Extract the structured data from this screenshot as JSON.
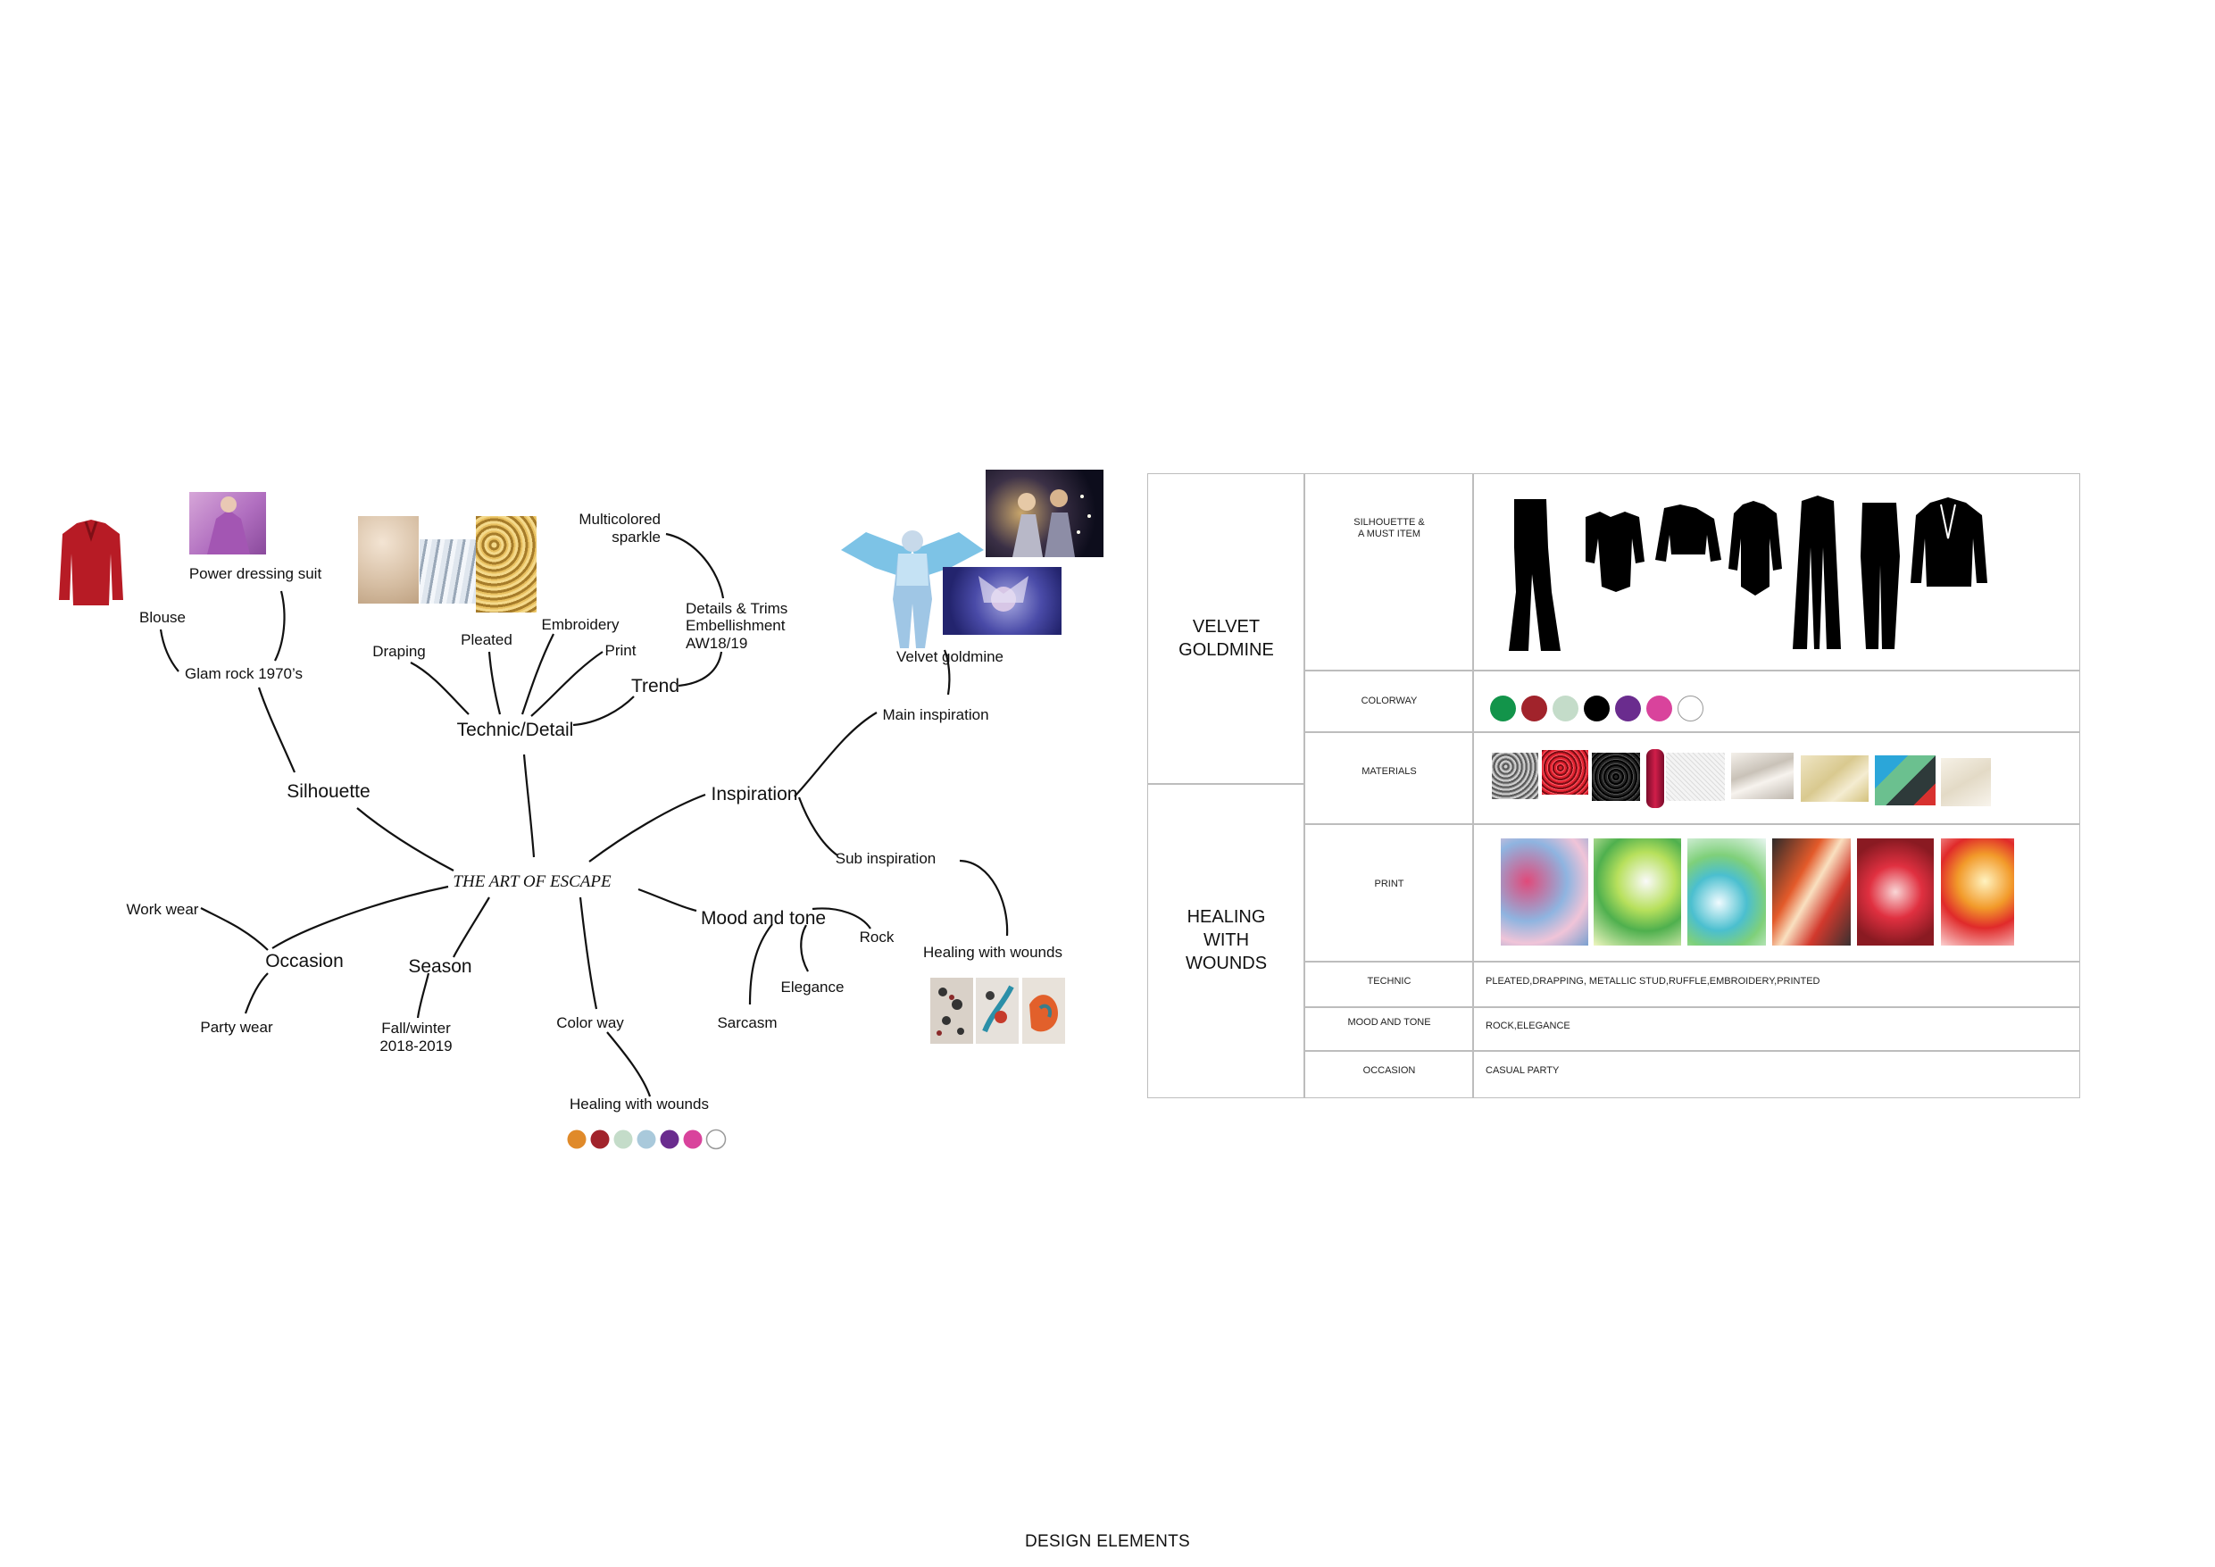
{
  "mindmap": {
    "center": "THE ART OF ESCAPE",
    "silhouette": {
      "label": "Silhouette",
      "glam": "Glam rock 1970’s",
      "blouse": "Blouse",
      "power": "Power dressing suit"
    },
    "technic": {
      "label": "Technic/Detail",
      "draping": "Draping",
      "pleated": "Pleated",
      "embroidery": "Embroidery",
      "print": "Print",
      "trend": "Trend",
      "details_line1": "Details & Trims",
      "details_line2": "Embellishment",
      "details_line3": "AW18/19",
      "multi_line1": "Multicolored",
      "multi_line2": "sparkle"
    },
    "inspiration": {
      "label": "Inspiration",
      "main": "Main inspiration",
      "velvet": "Velvet goldmine",
      "sub": "Sub inspiration",
      "healing": "Healing with wounds"
    },
    "occasion": {
      "label": "Occasion",
      "work": "Work wear",
      "party": "Party wear"
    },
    "season": {
      "label": "Season",
      "line1": "Fall/winter",
      "line2": "2018-2019"
    },
    "colorway": {
      "label": "Color way",
      "healing": "Healing with wounds",
      "colors": [
        "#e08a2a",
        "#a1232b",
        "#c4dcc9",
        "#a9c9db",
        "#6a2c8e",
        "#d9439c",
        "#ffffff"
      ]
    },
    "mood": {
      "label": "Mood and tone",
      "rock": "Rock",
      "elegance": "Elegance",
      "sarcasm": "Sarcasm"
    }
  },
  "table": {
    "concept1_line1": "VELVET",
    "concept1_line2": "GOLDMINE",
    "concept2_line1": "HEALING",
    "concept2_line2": "WITH",
    "concept2_line3": "WOUNDS",
    "rows": {
      "silhouette_line1": "SILHOUETTE &",
      "silhouette_line2": "A MUST ITEM",
      "colorway": "COLORWAY",
      "materials": "MATERIALS",
      "print": "PRINT",
      "technic": "TECHNIC",
      "technic_value": "PLEATED,DRAPPING, METALLIC STUD,RUFFLE,EMBROIDERY,PRINTED",
      "mood": "MOOD AND TONE",
      "mood_value": "ROCK,ELEGANCE",
      "occasion": "OCCASION",
      "occasion_value": "CASUAL PARTY"
    },
    "colorway": [
      "#12944a",
      "#a1232b",
      "#c4dcc9",
      "#000000",
      "#6a2c8e",
      "#d9439c",
      "#ffffff"
    ]
  },
  "footer": "DESIGN ELEMENTS"
}
